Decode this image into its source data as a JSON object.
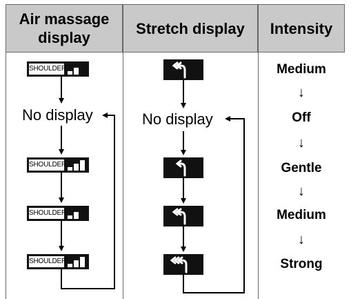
{
  "header": {
    "col1": "Air massage display",
    "col2": "Stretch display",
    "col3": "Intensity"
  },
  "air_massage": {
    "badge_text": "SHOULDER",
    "no_display": "No display",
    "badge_levels": [
      2,
      3,
      2,
      3
    ]
  },
  "stretch": {
    "no_display": "No display",
    "arrow_counts": [
      2,
      1,
      2,
      3
    ]
  },
  "intensity": {
    "levels": [
      "Medium",
      "Off",
      "Gentle",
      "Medium",
      "Strong"
    ],
    "arrow": "↓"
  }
}
